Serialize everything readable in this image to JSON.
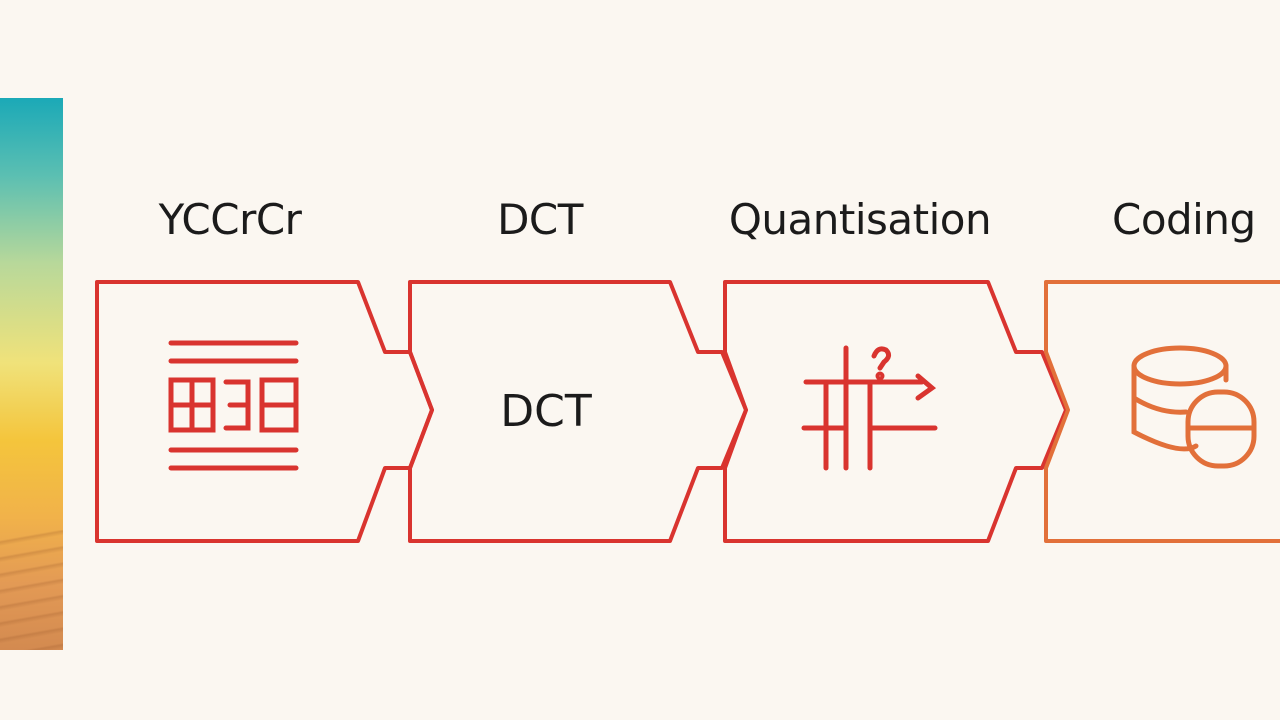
{
  "title": "",
  "colors": {
    "background": "#fbf7f1",
    "stage_stroke": "#d9342f",
    "last_stage_stroke": "#e2703a",
    "text": "#1b1b1b"
  },
  "stages": [
    {
      "label": "YCCrCr",
      "inner_icon": "ycc-grid-icon"
    },
    {
      "label": "DCT",
      "inner_text": "DCT"
    },
    {
      "label": "Quantisation",
      "inner_icon": "quantisation-icon"
    },
    {
      "label": "Coding",
      "inner_icon": "database-icon"
    }
  ]
}
